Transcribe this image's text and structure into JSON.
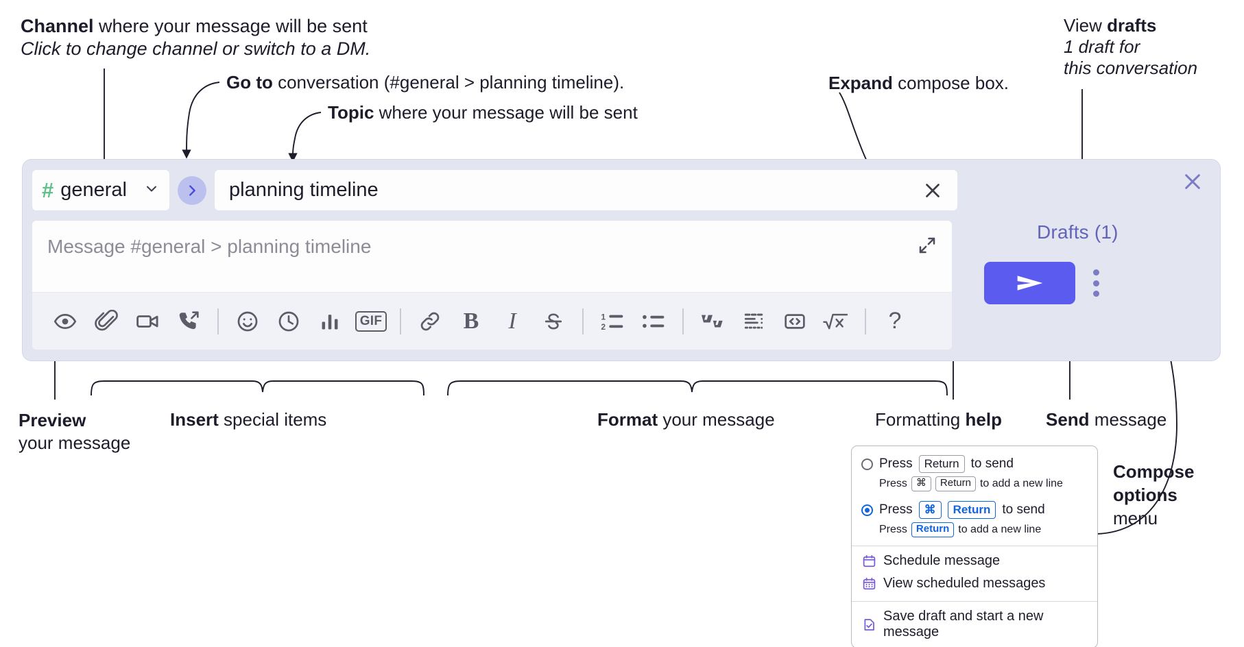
{
  "annotations": {
    "channel": {
      "bold": "Channel",
      "rest": " where your message will be sent",
      "italic": "Click to change channel or switch to a DM."
    },
    "goto": {
      "bold": "Go to",
      "rest": " conversation (#general > planning timeline)."
    },
    "topic": {
      "bold": "Topic",
      "rest": " where your message will be sent"
    },
    "expand": {
      "bold": "Expand",
      "rest": " compose box."
    },
    "drafts": {
      "bold_prefix": "View ",
      "bold": "drafts",
      "italic_line1": "1 draft for",
      "italic_line2": "this conversation"
    },
    "preview": {
      "bold": "Preview",
      "rest": "your message"
    },
    "insert": {
      "bold": "Insert",
      "rest": " special items"
    },
    "format": {
      "bold": "Format",
      "rest": " your message"
    },
    "formatting_help": {
      "prefix": "Formatting ",
      "bold": "help"
    },
    "send": {
      "bold": "Send",
      "rest": " message"
    },
    "compose_options": {
      "bold1": "Compose",
      "bold2": "options",
      "rest": "menu"
    }
  },
  "compose": {
    "channel_chip": {
      "hash": "#",
      "name": "general",
      "chevron": "chevron-down-icon"
    },
    "goto_button_label": "go-to-conversation-icon",
    "topic_value": "planning timeline",
    "topic_clear_label": "clear-topic-icon",
    "message_placeholder": "Message #general > planning timeline",
    "expand_label": "expand-icon",
    "panel_close_label": "close-icon",
    "drafts_label": "Drafts (1)",
    "send_label": "send-icon",
    "kebab_label": "compose-options-icon",
    "toolbar": [
      {
        "name": "preview-icon",
        "title": "Preview"
      },
      {
        "name": "attachment-icon",
        "title": "Attach file"
      },
      {
        "name": "video-clip-icon",
        "title": "Record video clip"
      },
      {
        "name": "audio-clip-icon",
        "title": "Record audio clip"
      },
      {
        "name": "separator",
        "title": ""
      },
      {
        "name": "emoji-icon",
        "title": "Emoji"
      },
      {
        "name": "clock-icon",
        "title": "Reminder"
      },
      {
        "name": "poll-icon",
        "title": "Poll"
      },
      {
        "name": "gif-icon",
        "title": "GIF"
      },
      {
        "name": "separator",
        "title": ""
      },
      {
        "name": "link-icon",
        "title": "Link"
      },
      {
        "name": "bold-icon",
        "title": "Bold"
      },
      {
        "name": "italic-icon",
        "title": "Italic"
      },
      {
        "name": "strikethrough-icon",
        "title": "Strikethrough"
      },
      {
        "name": "separator",
        "title": ""
      },
      {
        "name": "ordered-list-icon",
        "title": "Ordered list"
      },
      {
        "name": "bulleted-list-icon",
        "title": "Bulleted list"
      },
      {
        "name": "separator",
        "title": ""
      },
      {
        "name": "blockquote-icon",
        "title": "Blockquote"
      },
      {
        "name": "code-block-icon",
        "title": "Code block"
      },
      {
        "name": "inline-code-icon",
        "title": "Code"
      },
      {
        "name": "latex-icon",
        "title": "LaTeX"
      },
      {
        "name": "separator",
        "title": ""
      },
      {
        "name": "help-icon",
        "title": "Formatting help"
      }
    ],
    "gif_text": "GIF",
    "bold_glyph": "B",
    "italic_glyph": "I",
    "help_glyph": "?"
  },
  "dropdown": {
    "options": [
      {
        "selected": false,
        "main_prefix": "Press",
        "main_keys": [
          "Return"
        ],
        "main_suffix": "to send",
        "sub_prefix": "Press",
        "sub_keys": [
          "⌘",
          "Return"
        ],
        "sub_suffix": "to add a new line"
      },
      {
        "selected": true,
        "main_prefix": "Press",
        "main_keys": [
          "⌘",
          "Return"
        ],
        "main_suffix": "to send",
        "sub_prefix": "Press",
        "sub_keys": [
          "Return"
        ],
        "sub_suffix": "to add a new line"
      }
    ],
    "items_group1": [
      {
        "icon": "calendar-schedule-icon",
        "label": "Schedule message"
      },
      {
        "icon": "calendar-list-icon",
        "label": "View scheduled messages"
      }
    ],
    "items_group2": [
      {
        "icon": "save-draft-icon",
        "label": "Save draft and start a new message"
      }
    ]
  },
  "colors": {
    "panel_bg": "#e3e5f1",
    "send_button": "#5b5bf0",
    "hash_green": "#5fc08a",
    "drafts_text": "#6264b8",
    "goto_button": "#bcc0ef",
    "key_blue": "#1264e0",
    "text": "#1d1c2b"
  }
}
